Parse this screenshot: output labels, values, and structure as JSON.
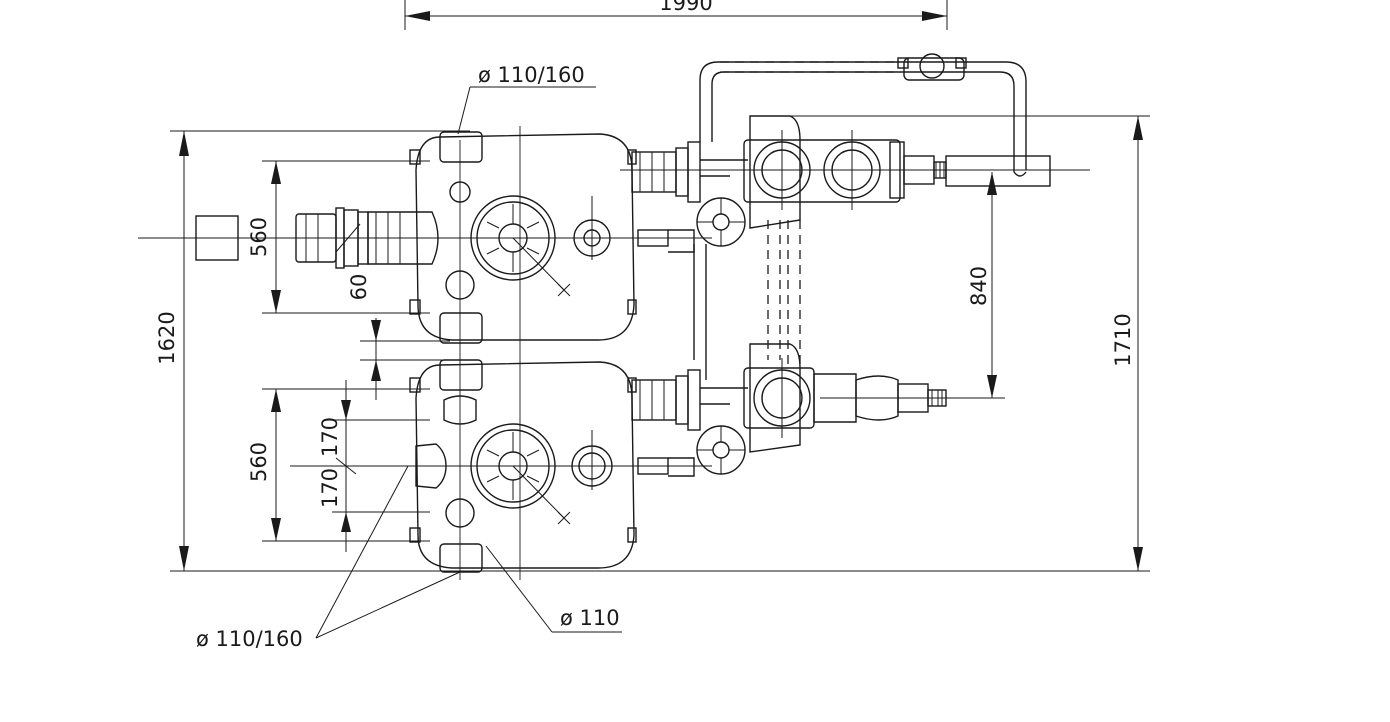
{
  "dimensions": {
    "overall_width": "1990",
    "overall_height_left": "1620",
    "overall_height_right": "1710",
    "tank_width_upper": "560",
    "tank_width_lower": "560",
    "tank_gap": "60",
    "inlet_offset_a": "170",
    "inlet_offset_b": "170",
    "outlet_spacing": "840"
  },
  "labels": {
    "top_inlet": "ø 110/160",
    "side_inlets": "ø 110/160",
    "bottom_inlet": "ø 110"
  },
  "colors": {
    "line": "#1a1a1a",
    "background": "#ffffff"
  }
}
